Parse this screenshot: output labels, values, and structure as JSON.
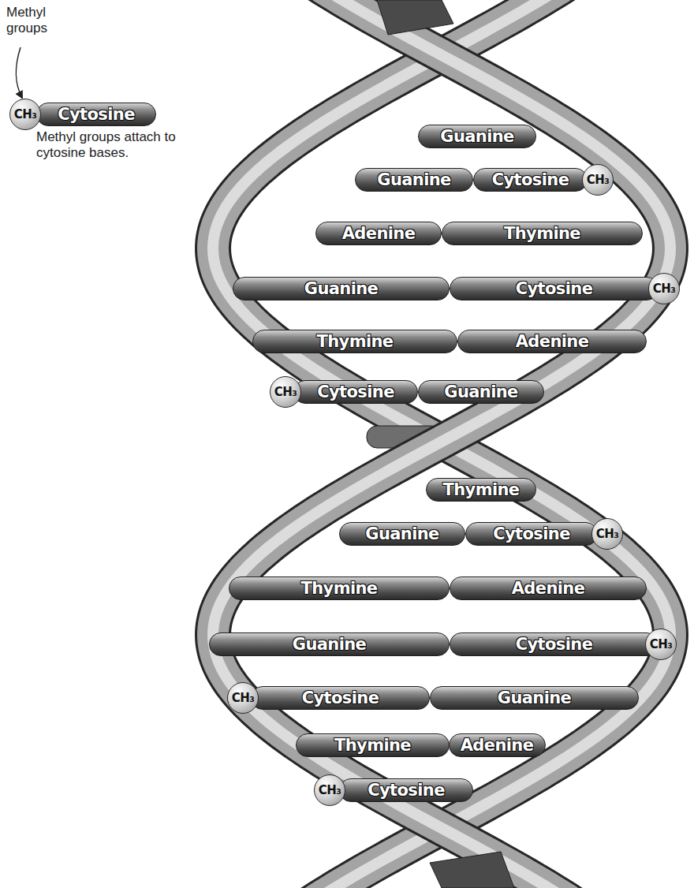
{
  "diagram": {
    "nodes": [
      {
        "text": [
          "CH₃"
        ]
      },
      {
        "text": [
          "Cytosine"
        ]
      },
      {
        "text": [
          "Guanine"
        ]
      },
      {
        "text": [
          "Guanine"
        ]
      },
      {
        "text": [
          "Cytosine"
        ]
      },
      {
        "text": [
          "CH₃"
        ]
      },
      {
        "text": [
          "Adenine"
        ]
      },
      {
        "text": [
          "Thymine"
        ]
      },
      {
        "text": [
          "Guanine"
        ]
      },
      {
        "text": [
          "Cytosine"
        ]
      },
      {
        "text": [
          "CH₃"
        ]
      },
      {
        "text": [
          "Thymine"
        ]
      },
      {
        "text": [
          "Adenine"
        ]
      },
      {
        "text": [
          "CH₃"
        ]
      },
      {
        "text": [
          "Cytosine"
        ]
      },
      {
        "text": [
          "Guanine"
        ]
      },
      {
        "text": [
          "Thymine"
        ]
      },
      {
        "text": [
          "Guanine"
        ]
      },
      {
        "text": [
          "Cytosine"
        ]
      },
      {
        "text": [
          "CH₃"
        ]
      },
      {
        "text": [
          "Thymine"
        ]
      },
      {
        "text": [
          "Adenine"
        ]
      },
      {
        "text": [
          "Guanine"
        ]
      },
      {
        "text": [
          "Cytosine"
        ]
      },
      {
        "text": [
          "CH₃"
        ]
      },
      {
        "text": [
          "CH₃"
        ]
      },
      {
        "text": [
          "Cytosine"
        ]
      },
      {
        "text": [
          "Guanine"
        ]
      },
      {
        "text": [
          "Thymine"
        ]
      },
      {
        "text": [
          "Adenine"
        ]
      },
      {
        "text": [
          "CH₃"
        ]
      },
      {
        "text": [
          "Cytosine"
        ]
      }
    ],
    "labels": [
      "Methyl groups",
      "Methyl groups attach to cytosine bases."
    ]
  }
}
